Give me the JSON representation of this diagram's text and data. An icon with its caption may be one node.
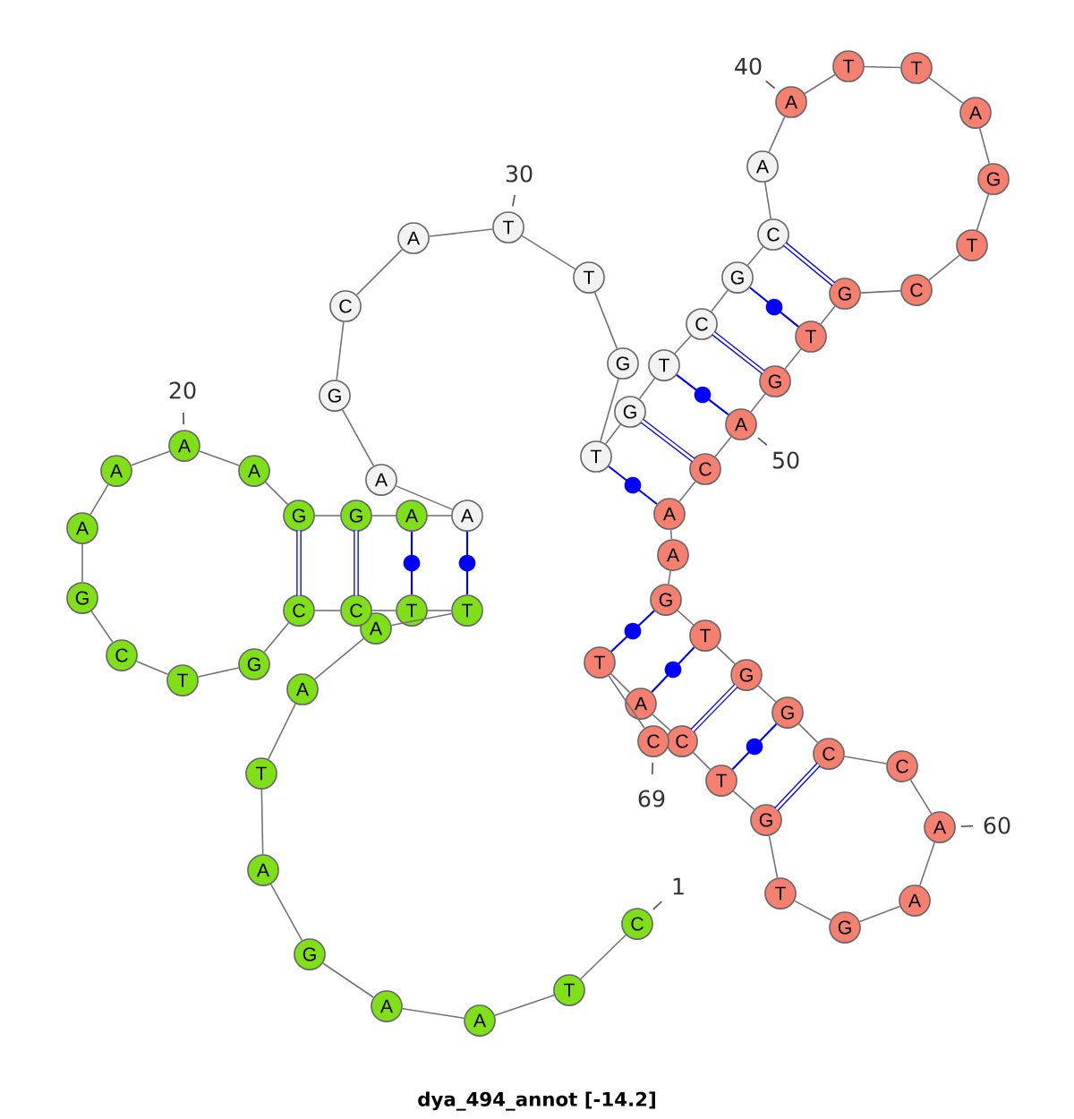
{
  "diagram": {
    "caption": "dya_494_annot [-14.2]",
    "nodes": [
      {
        "text": [
          "C"
        ],
        "beside": [
          "1"
        ]
      },
      {
        "text": [
          "T"
        ]
      },
      {
        "text": [
          "A"
        ]
      },
      {
        "text": [
          "A"
        ]
      },
      {
        "text": [
          "G"
        ]
      },
      {
        "text": [
          "A"
        ]
      },
      {
        "text": [
          "T"
        ]
      },
      {
        "text": [
          "A"
        ]
      },
      {
        "text": [
          "A"
        ]
      },
      {
        "text": [
          "T"
        ]
      },
      {
        "text": [
          "T"
        ]
      },
      {
        "text": [
          "C"
        ]
      },
      {
        "text": [
          "C"
        ]
      },
      {
        "text": [
          "G"
        ]
      },
      {
        "text": [
          "T"
        ]
      },
      {
        "text": [
          "C"
        ]
      },
      {
        "text": [
          "G"
        ]
      },
      {
        "text": [
          "A"
        ]
      },
      {
        "text": [
          "A"
        ]
      },
      {
        "text": [
          "A"
        ],
        "beside": [
          "20"
        ]
      },
      {
        "text": [
          "A"
        ]
      },
      {
        "text": [
          "G"
        ]
      },
      {
        "text": [
          "G"
        ]
      },
      {
        "text": [
          "A"
        ]
      },
      {
        "text": [
          "A"
        ]
      },
      {
        "text": [
          "A"
        ]
      },
      {
        "text": [
          "G"
        ]
      },
      {
        "text": [
          "C"
        ]
      },
      {
        "text": [
          "A"
        ]
      },
      {
        "text": [
          "T"
        ],
        "beside": [
          "30"
        ]
      },
      {
        "text": [
          "T"
        ]
      },
      {
        "text": [
          "G"
        ]
      },
      {
        "text": [
          "T"
        ]
      },
      {
        "text": [
          "G"
        ]
      },
      {
        "text": [
          "T"
        ]
      },
      {
        "text": [
          "C"
        ]
      },
      {
        "text": [
          "G"
        ]
      },
      {
        "text": [
          "C"
        ]
      },
      {
        "text": [
          "A"
        ]
      },
      {
        "text": [
          "A"
        ],
        "beside": [
          "40"
        ]
      },
      {
        "text": [
          "T"
        ]
      },
      {
        "text": [
          "T"
        ]
      },
      {
        "text": [
          "A"
        ]
      },
      {
        "text": [
          "G"
        ]
      },
      {
        "text": [
          "T"
        ]
      },
      {
        "text": [
          "C"
        ]
      },
      {
        "text": [
          "G"
        ]
      },
      {
        "text": [
          "T"
        ]
      },
      {
        "text": [
          "G"
        ]
      },
      {
        "text": [
          "A"
        ],
        "beside": [
          "50"
        ]
      },
      {
        "text": [
          "C"
        ]
      },
      {
        "text": [
          "A"
        ]
      },
      {
        "text": [
          "A"
        ]
      },
      {
        "text": [
          "G"
        ]
      },
      {
        "text": [
          "T"
        ]
      },
      {
        "text": [
          "G"
        ]
      },
      {
        "text": [
          "G"
        ]
      },
      {
        "text": [
          "C"
        ]
      },
      {
        "text": [
          "C"
        ]
      },
      {
        "text": [
          "A"
        ],
        "beside": [
          "60"
        ]
      },
      {
        "text": [
          "A"
        ]
      },
      {
        "text": [
          "G"
        ]
      },
      {
        "text": [
          "T"
        ]
      },
      {
        "text": [
          "G"
        ]
      },
      {
        "text": [
          "T"
        ]
      },
      {
        "text": [
          "C"
        ]
      },
      {
        "text": [
          "A"
        ]
      },
      {
        "text": [
          "T"
        ]
      },
      {
        "text": [
          "C"
        ],
        "beside": [
          "69"
        ]
      }
    ],
    "edges": [
      {
        "from": 0,
        "to": 1,
        "arrow": "none"
      },
      {
        "from": 1,
        "to": 2,
        "arrow": "none"
      },
      {
        "from": 2,
        "to": 3,
        "arrow": "none"
      },
      {
        "from": 3,
        "to": 4,
        "arrow": "none"
      },
      {
        "from": 4,
        "to": 5,
        "arrow": "none"
      },
      {
        "from": 5,
        "to": 6,
        "arrow": "none"
      },
      {
        "from": 6,
        "to": 7,
        "arrow": "none"
      },
      {
        "from": 7,
        "to": 8,
        "arrow": "none"
      },
      {
        "from": 8,
        "to": 9,
        "arrow": "none"
      },
      {
        "from": 9,
        "to": 10,
        "arrow": "none"
      },
      {
        "from": 10,
        "to": 11,
        "arrow": "none"
      },
      {
        "from": 11,
        "to": 12,
        "arrow": "none"
      },
      {
        "from": 12,
        "to": 13,
        "arrow": "none"
      },
      {
        "from": 13,
        "to": 14,
        "arrow": "none"
      },
      {
        "from": 14,
        "to": 15,
        "arrow": "none"
      },
      {
        "from": 15,
        "to": 16,
        "arrow": "none"
      },
      {
        "from": 16,
        "to": 17,
        "arrow": "none"
      },
      {
        "from": 17,
        "to": 18,
        "arrow": "none"
      },
      {
        "from": 18,
        "to": 19,
        "arrow": "none"
      },
      {
        "from": 19,
        "to": 20,
        "arrow": "none"
      },
      {
        "from": 20,
        "to": 21,
        "arrow": "none"
      },
      {
        "from": 21,
        "to": 22,
        "arrow": "none"
      },
      {
        "from": 22,
        "to": 23,
        "arrow": "none"
      },
      {
        "from": 23,
        "to": 24,
        "arrow": "none"
      },
      {
        "from": 24,
        "to": 25,
        "arrow": "none"
      },
      {
        "from": 25,
        "to": 26,
        "arrow": "none"
      },
      {
        "from": 26,
        "to": 27,
        "arrow": "none"
      },
      {
        "from": 27,
        "to": 28,
        "arrow": "none"
      },
      {
        "from": 28,
        "to": 29,
        "arrow": "none"
      },
      {
        "from": 29,
        "to": 30,
        "arrow": "none"
      },
      {
        "from": 30,
        "to": 31,
        "arrow": "none"
      },
      {
        "from": 31,
        "to": 32,
        "arrow": "none"
      },
      {
        "from": 32,
        "to": 33,
        "arrow": "none"
      },
      {
        "from": 33,
        "to": 34,
        "arrow": "none"
      },
      {
        "from": 34,
        "to": 35,
        "arrow": "none"
      },
      {
        "from": 35,
        "to": 36,
        "arrow": "none"
      },
      {
        "from": 36,
        "to": 37,
        "arrow": "none"
      },
      {
        "from": 37,
        "to": 38,
        "arrow": "none"
      },
      {
        "from": 38,
        "to": 39,
        "arrow": "none"
      },
      {
        "from": 39,
        "to": 40,
        "arrow": "none"
      },
      {
        "from": 40,
        "to": 41,
        "arrow": "none"
      },
      {
        "from": 41,
        "to": 42,
        "arrow": "none"
      },
      {
        "from": 42,
        "to": 43,
        "arrow": "none"
      },
      {
        "from": 43,
        "to": 44,
        "arrow": "none"
      },
      {
        "from": 44,
        "to": 45,
        "arrow": "none"
      },
      {
        "from": 45,
        "to": 46,
        "arrow": "none"
      },
      {
        "from": 46,
        "to": 47,
        "arrow": "none"
      },
      {
        "from": 47,
        "to": 48,
        "arrow": "none"
      },
      {
        "from": 48,
        "to": 49,
        "arrow": "none"
      },
      {
        "from": 49,
        "to": 50,
        "arrow": "none"
      },
      {
        "from": 50,
        "to": 51,
        "arrow": "none"
      },
      {
        "from": 51,
        "to": 52,
        "arrow": "none"
      },
      {
        "from": 52,
        "to": 53,
        "arrow": "none"
      },
      {
        "from": 53,
        "to": 54,
        "arrow": "none"
      },
      {
        "from": 54,
        "to": 55,
        "arrow": "none"
      },
      {
        "from": 55,
        "to": 56,
        "arrow": "none"
      },
      {
        "from": 56,
        "to": 57,
        "arrow": "none"
      },
      {
        "from": 57,
        "to": 58,
        "arrow": "none"
      },
      {
        "from": 58,
        "to": 59,
        "arrow": "none"
      },
      {
        "from": 59,
        "to": 60,
        "arrow": "none"
      },
      {
        "from": 60,
        "to": 61,
        "arrow": "none"
      },
      {
        "from": 61,
        "to": 62,
        "arrow": "none"
      },
      {
        "from": 62,
        "to": 63,
        "arrow": "none"
      },
      {
        "from": 63,
        "to": 64,
        "arrow": "none"
      },
      {
        "from": 64,
        "to": 65,
        "arrow": "none"
      },
      {
        "from": 65,
        "to": 66,
        "arrow": "none"
      },
      {
        "from": 66,
        "to": 67,
        "arrow": "none"
      },
      {
        "from": 67,
        "to": 68,
        "arrow": "none"
      },
      {
        "from": 9,
        "to": 24,
        "arrow": "none",
        "color": "#0000ff"
      },
      {
        "from": 10,
        "to": 23,
        "arrow": "none",
        "color": "#0000ff"
      },
      {
        "from": 11,
        "to": 22,
        "arrow": "none",
        "color": "#0000ff",
        "style": "thick"
      },
      {
        "from": 12,
        "to": 21,
        "arrow": "none",
        "color": "#0000ff",
        "style": "thick"
      },
      {
        "from": 32,
        "to": 51,
        "arrow": "none",
        "color": "#0000ff"
      },
      {
        "from": 33,
        "to": 50,
        "arrow": "none",
        "color": "#0000ff",
        "style": "thick"
      },
      {
        "from": 34,
        "to": 49,
        "arrow": "none",
        "color": "#0000ff"
      },
      {
        "from": 35,
        "to": 48,
        "arrow": "none",
        "color": "#0000ff",
        "style": "thick"
      },
      {
        "from": 36,
        "to": 47,
        "arrow": "none",
        "color": "#0000ff"
      },
      {
        "from": 37,
        "to": 46,
        "arrow": "none",
        "color": "#0000ff",
        "style": "thick"
      },
      {
        "from": 53,
        "to": 67,
        "arrow": "none",
        "color": "#0000ff"
      },
      {
        "from": 54,
        "to": 66,
        "arrow": "none",
        "color": "#0000ff"
      },
      {
        "from": 55,
        "to": 65,
        "arrow": "none",
        "color": "#0000ff",
        "style": "thick"
      },
      {
        "from": 56,
        "to": 64,
        "arrow": "none",
        "color": "#0000ff"
      },
      {
        "from": 57,
        "to": 63,
        "arrow": "none",
        "color": "#0000ff",
        "style": "thick"
      }
    ]
  }
}
